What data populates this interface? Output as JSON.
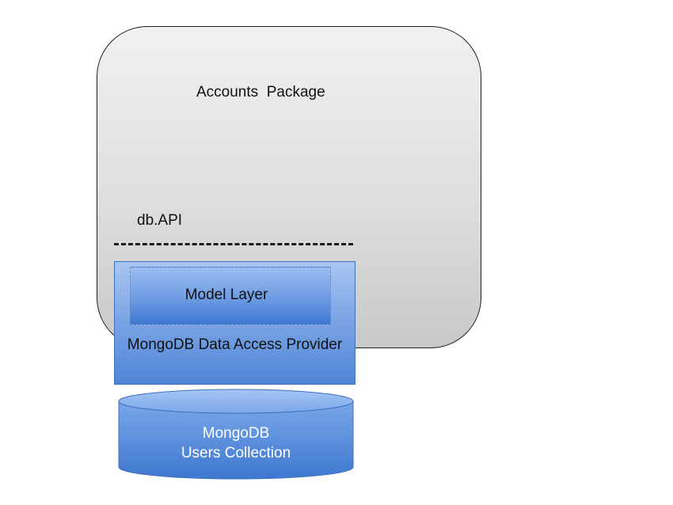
{
  "diagram": {
    "package_title": "Accounts  Package",
    "api_label": "db.API",
    "model_layer_label": "Model Layer",
    "provider_label": "MongoDB Data Access Provider",
    "database": {
      "line1": "MongoDB",
      "line2": "Users Collection"
    }
  },
  "colors": {
    "package_fill": "#dedede",
    "provider_fill": "#7ea6e6",
    "database_fill": "#5b8fdc"
  }
}
